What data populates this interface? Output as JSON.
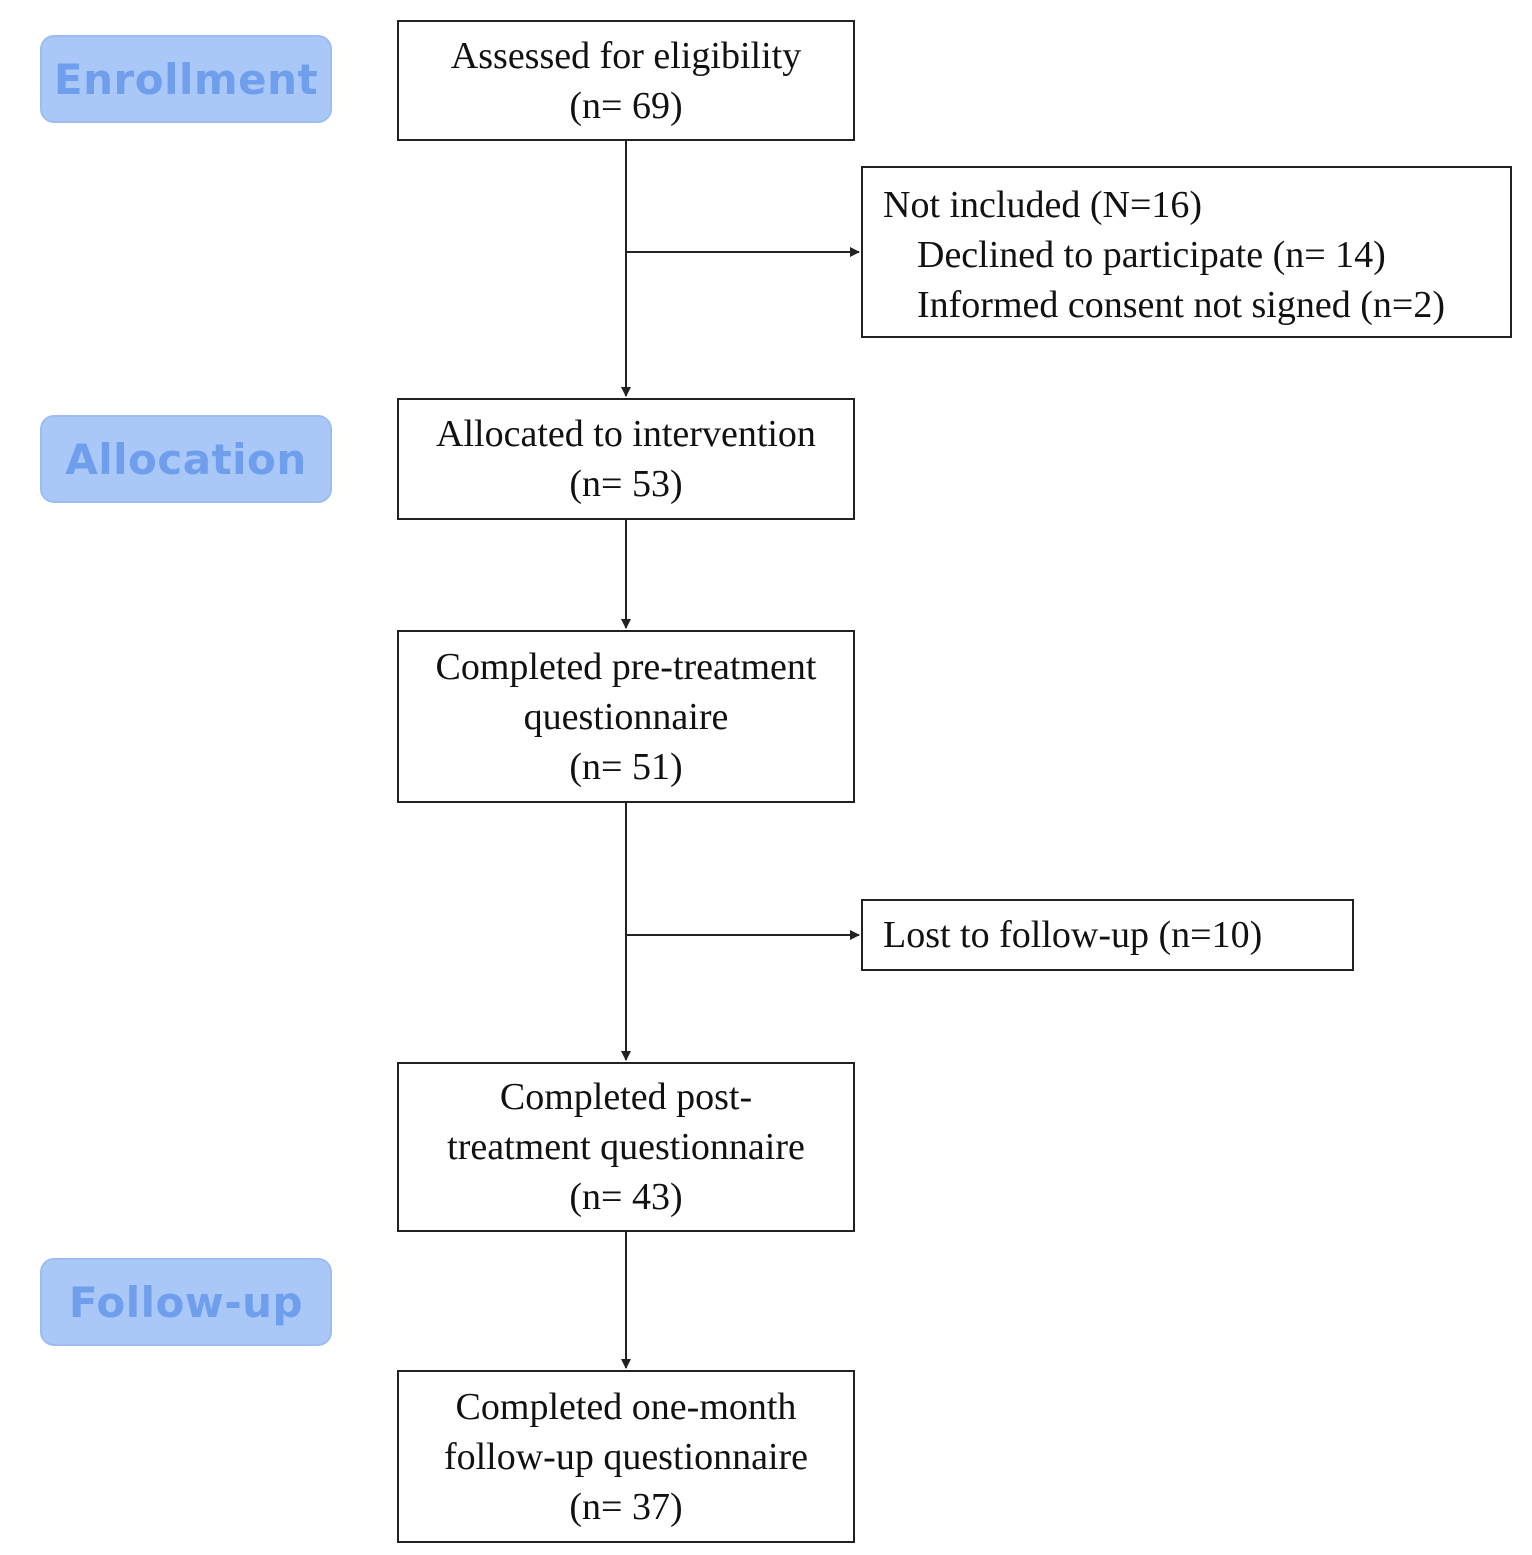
{
  "stages": {
    "enrollment": "Enrollment",
    "allocation": "Allocation",
    "followup": "Follow-up"
  },
  "boxes": {
    "assessed": {
      "line1": "Assessed for eligibility",
      "line2": "(n= 69)"
    },
    "not_included": {
      "title": "Not included  (N=16)",
      "declined": "Declined  to participate  (n= 14)",
      "consent": "Informed consent not signed  (n=2)"
    },
    "allocated": {
      "line1": "Allocated to intervention",
      "line2": "(n= 53)"
    },
    "pretreatment": {
      "line1": "Completed pre-treatment",
      "line2": "questionnaire",
      "line3": "(n= 51)"
    },
    "lost": {
      "line1": "Lost to follow-up  (n=10)"
    },
    "posttreatment": {
      "line1": "Completed post-",
      "line2": "treatment  questionnaire",
      "line3": "(n= 43)"
    },
    "onemonth": {
      "line1": "Completed one-month",
      "line2": "follow-up questionnaire",
      "line3": "(n= 37)"
    }
  },
  "colors": {
    "stage_fill": "#a9c8f7",
    "stage_text": "#6f9eed",
    "box_border": "#222222",
    "arrow": "#222222"
  }
}
